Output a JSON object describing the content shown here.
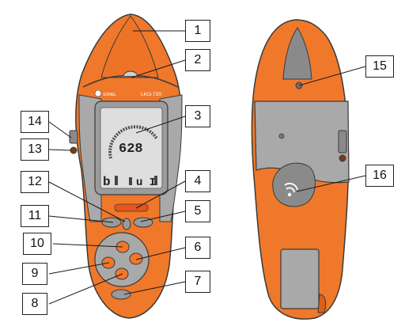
{
  "device": {
    "brand": "SONEL",
    "model": "LKO-720",
    "display_reading": "628",
    "display_bottom_left": "b",
    "display_bottom_right": "u I"
  },
  "callouts": [
    "1",
    "2",
    "3",
    "4",
    "5",
    "6",
    "7",
    "8",
    "9",
    "10",
    "11",
    "12",
    "13",
    "14",
    "15",
    "16"
  ],
  "colors": {
    "body_orange": "#f0782a",
    "body_orange_dark": "#d9601a",
    "gray_panel": "#a9a9a9",
    "gray_dark": "#8a8a8a",
    "screen": "#dedede",
    "outline": "#3a3a3a"
  },
  "icons": {
    "display_gauge": "arc-gauge-icon",
    "wireless_sensor": "wifi-signal-icon"
  }
}
